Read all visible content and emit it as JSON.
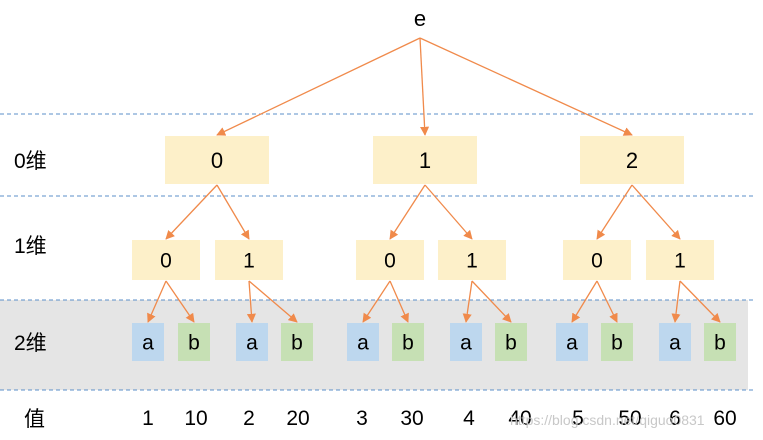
{
  "root": {
    "label": "e"
  },
  "colors": {
    "arrow": "#f08a4b",
    "index_box": "#fdf0c9",
    "a_box": "#bdd7ee",
    "b_box": "#c6e0b4",
    "band": "#e5e5e5",
    "divider": "#5b8fc9"
  },
  "row_labels": [
    "0维",
    "1维",
    "2维",
    "值"
  ],
  "dim0": [
    {
      "label": "0"
    },
    {
      "label": "1"
    },
    {
      "label": "2"
    }
  ],
  "dim1": [
    {
      "label": "0",
      "parent": 0
    },
    {
      "label": "1",
      "parent": 0
    },
    {
      "label": "0",
      "parent": 1
    },
    {
      "label": "1",
      "parent": 1
    },
    {
      "label": "0",
      "parent": 2
    },
    {
      "label": "1",
      "parent": 2
    }
  ],
  "dim2": [
    {
      "label": "a",
      "kind": "a",
      "parent": 0
    },
    {
      "label": "b",
      "kind": "b",
      "parent": 0
    },
    {
      "label": "a",
      "kind": "a",
      "parent": 1
    },
    {
      "label": "b",
      "kind": "b",
      "parent": 1
    },
    {
      "label": "a",
      "kind": "a",
      "parent": 2
    },
    {
      "label": "b",
      "kind": "b",
      "parent": 2
    },
    {
      "label": "a",
      "kind": "a",
      "parent": 3
    },
    {
      "label": "b",
      "kind": "b",
      "parent": 3
    },
    {
      "label": "a",
      "kind": "a",
      "parent": 4
    },
    {
      "label": "b",
      "kind": "b",
      "parent": 4
    },
    {
      "label": "a",
      "kind": "a",
      "parent": 5
    },
    {
      "label": "b",
      "kind": "b",
      "parent": 5
    }
  ],
  "values": [
    "1",
    "10",
    "2",
    "20",
    "3",
    "30",
    "4",
    "40",
    "5",
    "50",
    "6",
    "60"
  ],
  "watermark": "https://blog.csdn.net/qiguo0831"
}
